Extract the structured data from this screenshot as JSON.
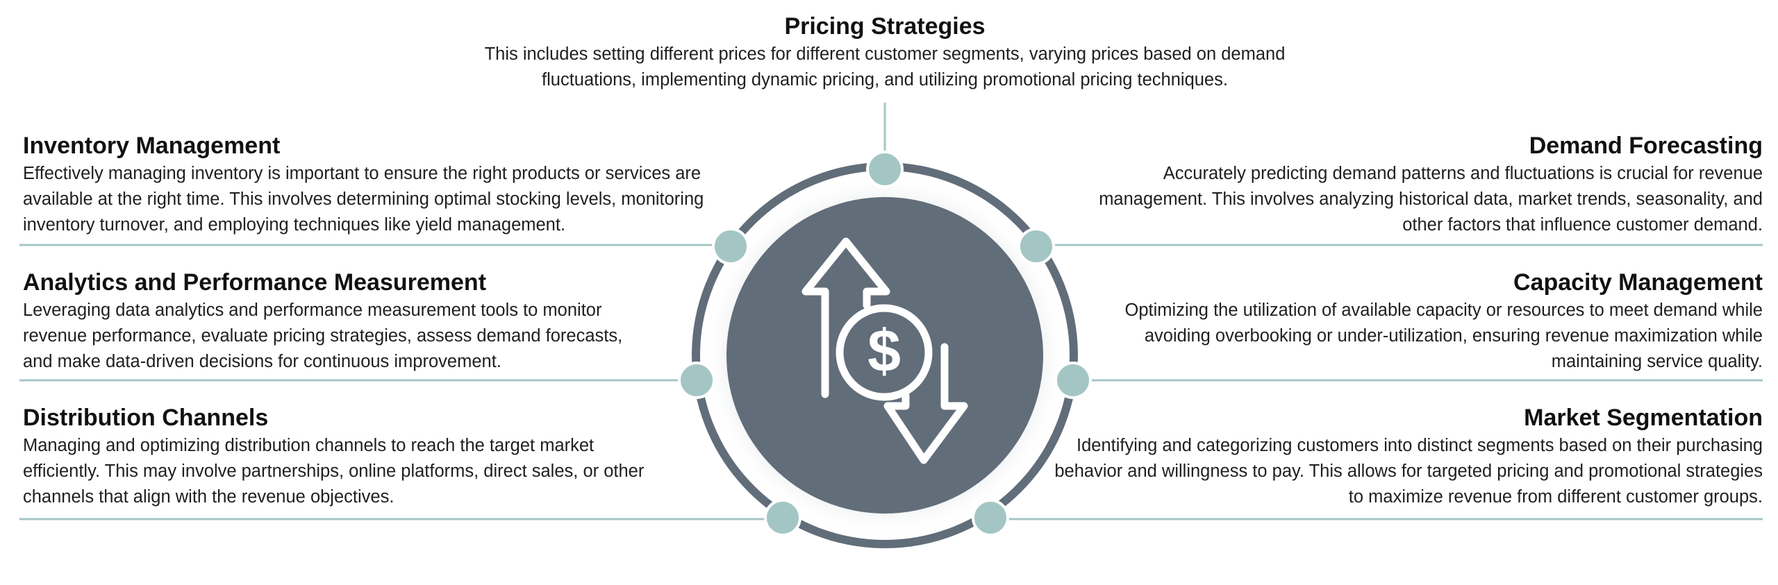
{
  "top": {
    "title": "Pricing Strategies",
    "desc": "This includes setting different prices for different customer segments, varying prices based on demand fluctuations, implementing dynamic pricing, and utilizing promotional pricing techniques."
  },
  "left": [
    {
      "title": "Inventory Management",
      "desc": "Effectively managing inventory is important to ensure the right products or services are available at the right time. This involves determining optimal stocking levels, monitoring inventory turnover, and employing techniques like yield management."
    },
    {
      "title": "Analytics and Performance Measurement",
      "desc": "Leveraging data analytics and performance measurement tools to monitor revenue performance, evaluate pricing strategies, assess demand forecasts, and make data-driven decisions for continuous improvement."
    },
    {
      "title": "Distribution Channels",
      "desc": "Managing and optimizing distribution channels to reach the target market efficiently. This may involve partnerships, online platforms, direct sales, or other channels that align with the revenue objectives."
    }
  ],
  "right": [
    {
      "title": "Demand Forecasting",
      "desc": "Accurately predicting demand patterns and fluctuations is crucial for revenue management. This involves analyzing historical data, market trends, seasonality, and other factors that influence customer demand."
    },
    {
      "title": "Capacity Management",
      "desc": "Optimizing the utilization of available capacity or resources to meet demand while avoiding overbooking or under-utilization, ensuring revenue maximization while maintaining service quality."
    },
    {
      "title": "Market Segmentation",
      "desc": "Identifying and categorizing customers into distinct segments based on their purchasing behavior and willingness to pay. This allows for targeted pricing and promotional strategies to maximize revenue from different customer groups."
    }
  ],
  "center_icon": "dollar-up-down-arrows-icon",
  "colors": {
    "ring": "#616d79",
    "dot": "#a3c6c4",
    "line": "#a3c6c4",
    "icon": "#ffffff"
  }
}
